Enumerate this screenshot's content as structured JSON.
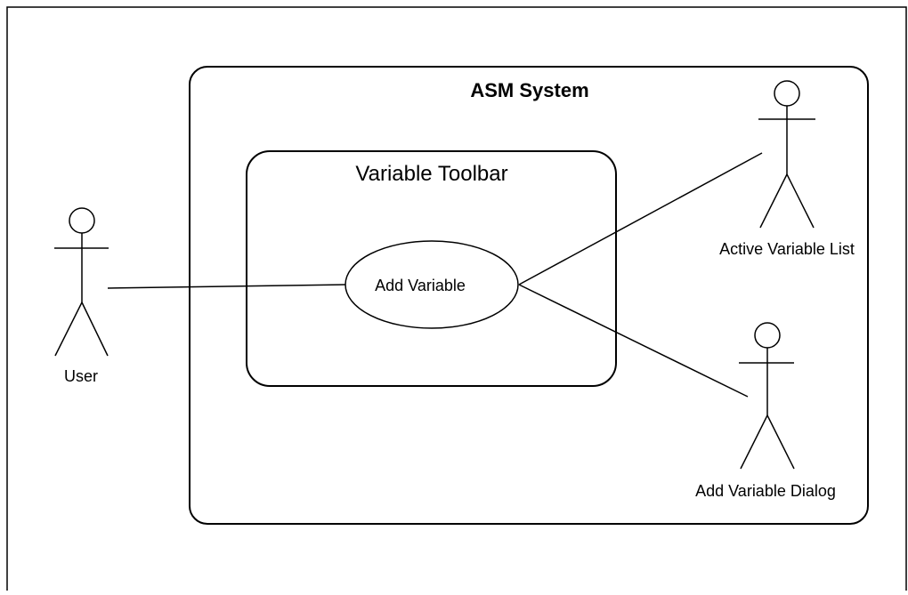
{
  "diagram": {
    "type": "uml-use-case",
    "system": {
      "label": "ASM System"
    },
    "subsystem": {
      "label": "Variable Toolbar"
    },
    "use_cases": [
      {
        "id": "add-variable",
        "label": "Add Variable"
      }
    ],
    "actors": [
      {
        "id": "user",
        "label": "User"
      },
      {
        "id": "active-variable-list",
        "label": "Active Variable List"
      },
      {
        "id": "add-variable-dialog",
        "label": "Add Variable Dialog"
      }
    ],
    "associations": [
      {
        "from": "user",
        "to": "add-variable"
      },
      {
        "from": "add-variable",
        "to": "active-variable-list"
      },
      {
        "from": "add-variable",
        "to": "add-variable-dialog"
      }
    ]
  }
}
